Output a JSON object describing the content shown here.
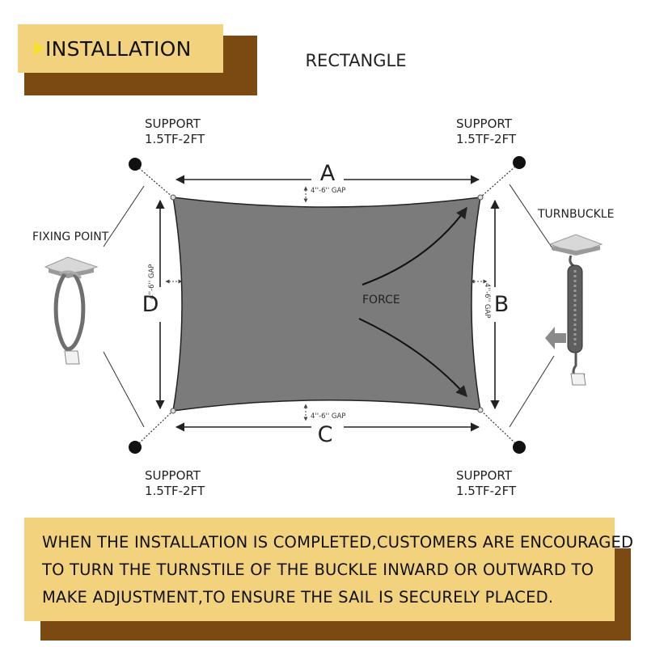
{
  "header": {
    "title": "INSTALLATION"
  },
  "shape_title": "RECTANGLE",
  "supports": {
    "top_left": {
      "line1": "SUPPORT",
      "line2": "1.5TF-2FT"
    },
    "top_right": {
      "line1": "SUPPORT",
      "line2": "1.5TF-2FT"
    },
    "bottom_left": {
      "line1": "SUPPORT",
      "line2": "1.5TF-2FT"
    },
    "bottom_right": {
      "line1": "SUPPORT",
      "line2": "1.5TF-2FT"
    }
  },
  "labels": {
    "fixing_point": "FIXING POINT",
    "turnbuckle": "TURNBUCKLE",
    "force": "FORCE"
  },
  "sides": {
    "a": "A",
    "b": "B",
    "c": "C",
    "d": "D"
  },
  "gaps": {
    "top": "4''-6'' GAP",
    "bottom": "4''-6'' GAP",
    "left": "4''-6'' GAP",
    "right": "4''-6'' GAP"
  },
  "note": {
    "lines": [
      "WHEN THE INSTALLATION IS COMPLETED,CUSTOMERS ARE ENCOURAGED",
      "TO TURN THE TURNSTILE OF THE BUCKLE INWARD OR OUTWARD TO",
      "MAKE ADJUSTMENT,TO ENSURE THE SAIL IS SECURELY PLACED."
    ]
  },
  "colors": {
    "header_bg": "#f2d27d",
    "shadow": "#7a4a12",
    "sail": "#7b7b7b",
    "triangle": "#f7e02a"
  }
}
